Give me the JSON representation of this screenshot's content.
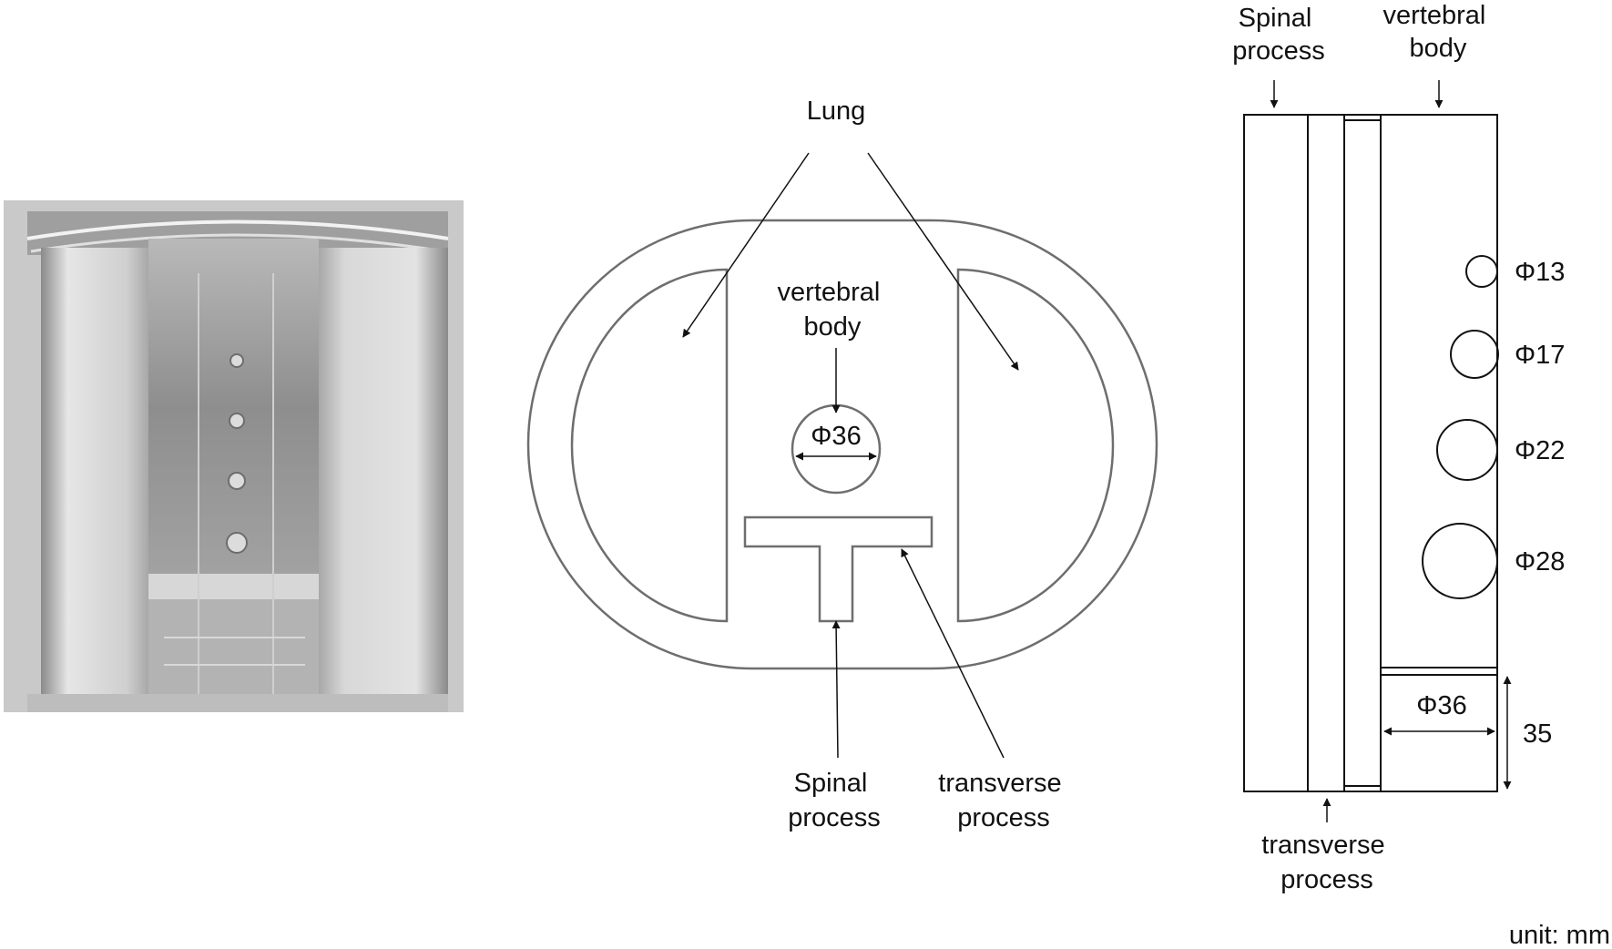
{
  "labels": {
    "lung": "Lung",
    "vertebral_body": [
      "vertebral",
      "body"
    ],
    "phi36": "Φ36",
    "spinal_process": [
      "Spinal",
      "process"
    ],
    "transverse_process": [
      "transverse",
      "process"
    ],
    "side_spinal_process": [
      "Spinal",
      "process"
    ],
    "side_vertebral_body": [
      "vertebral",
      "body"
    ],
    "side_transverse_process": [
      "transverse",
      "process"
    ],
    "holes": [
      "Φ13",
      "Φ17",
      "Φ22",
      "Φ28"
    ],
    "bottom_phi36": "Φ36",
    "height_35": "35",
    "unit": "unit: mm"
  },
  "colors": {
    "phantom_outline": "#6e6e6e",
    "line": "#111111",
    "photo_background": "#c9c9c9"
  }
}
